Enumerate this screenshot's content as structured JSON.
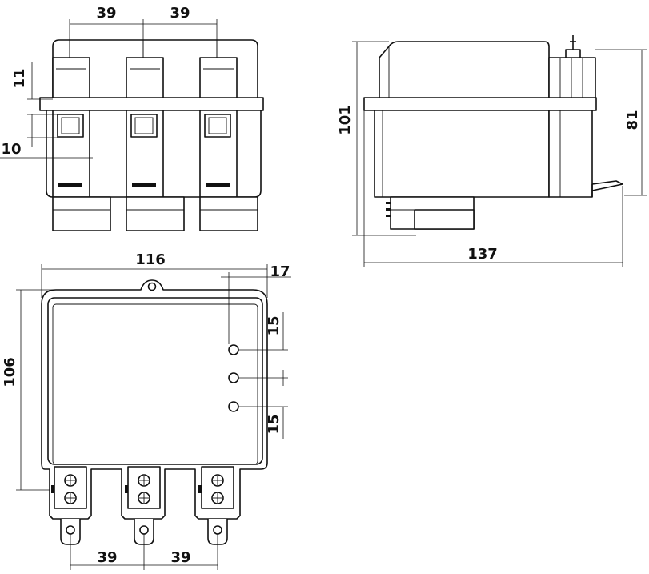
{
  "dimensions": {
    "front_pitch_left": "39",
    "front_pitch_right": "39",
    "front_height_11": "11",
    "front_height_10": "10",
    "side_height_101": "101",
    "side_height_81": "81",
    "side_length_137": "137",
    "bottom_width_116": "116",
    "bottom_offset_17": "17",
    "bottom_spacing_top": "15",
    "bottom_spacing_bottom": "15",
    "bottom_height_106": "106",
    "bottom_pitch_left": "39",
    "bottom_pitch_right": "39"
  }
}
